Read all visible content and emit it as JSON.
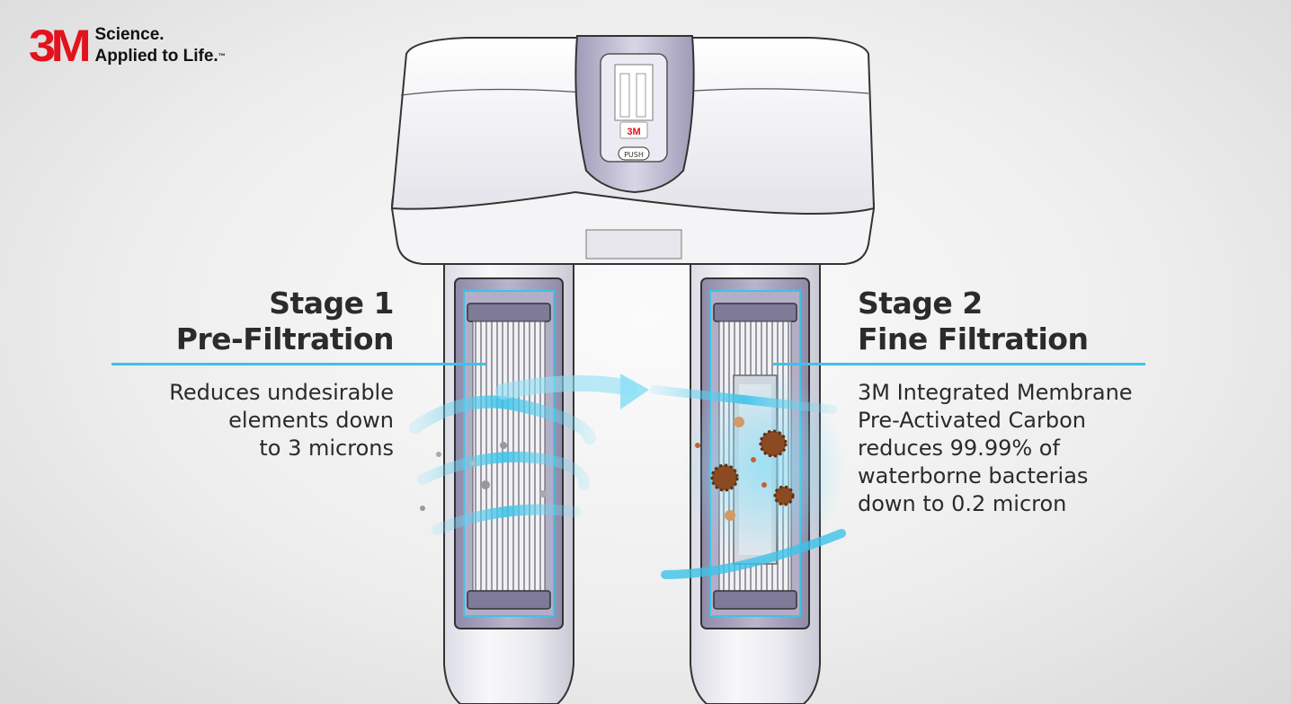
{
  "brand": {
    "logo_text": "3M",
    "tagline_line1": "Science.",
    "tagline_line2": "Applied to Life.",
    "tagline_mark": "™",
    "color": "#e2131d"
  },
  "device": {
    "button_label": "PUSH",
    "badge_text": "3M"
  },
  "stage1": {
    "title_line1": "Stage 1",
    "title_line2": "Pre-Filtration",
    "desc_line1": "Reduces undesirable",
    "desc_line2": "elements down",
    "desc_line3": "to 3 microns"
  },
  "stage2": {
    "title_line1": "Stage 2",
    "title_line2": "Fine Filtration",
    "desc_line1": "3M Integrated Membrane",
    "desc_line2": "Pre-Activated Carbon",
    "desc_line3": "reduces 99.99% of",
    "desc_line4": "waterborne bacterias",
    "desc_line5": "down to 0.2 micron"
  },
  "colors": {
    "accent": "#3cc3e8",
    "bacteria": "#8b4a22"
  }
}
